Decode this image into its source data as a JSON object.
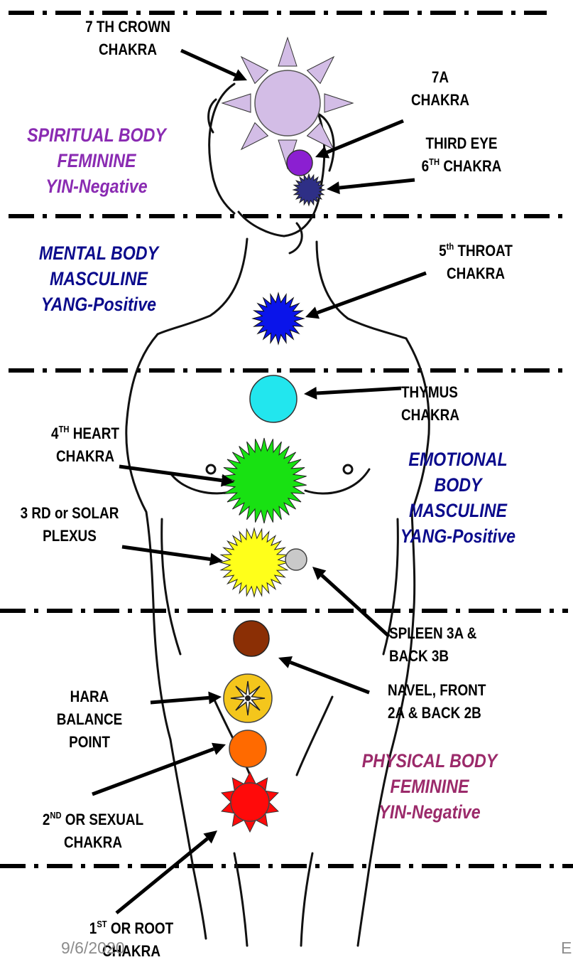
{
  "colors": {
    "spiritual": "#8a2bb2",
    "mental": "#0b0b8c",
    "emotional": "#0b0b8c",
    "physical": "#9b2a6a",
    "footer": "#8c8c8c",
    "crown": "#d3bde6",
    "seven_a": "#8b1fd1",
    "third_eye": "#2e2f86",
    "throat": "#0a14ea",
    "thymus": "#22e6ee",
    "heart": "#18e112",
    "solar": "#ffff1a",
    "spleen": "#c9c9c9",
    "navel": "#8b2f05",
    "hara": "#f4c61c",
    "sexual": "#ff6a00",
    "root": "#ff0a0a"
  },
  "labels": {
    "crown_1": "7 TH CROWN",
    "crown_2": "CHAKRA",
    "seven_a_1": "7A",
    "seven_a_2": "CHAKRA",
    "third_eye_1": "THIRD EYE",
    "third_eye_2a": "6",
    "third_eye_2_sup": "TH",
    "third_eye_2b": " CHAKRA",
    "throat_1a": "5",
    "throat_1_sup": "th",
    "throat_1b": " THROAT",
    "throat_2": "CHAKRA",
    "thymus_1": "THYMUS",
    "thymus_2": "CHAKRA",
    "heart_1a": "4",
    "heart_1_sup": "TH",
    "heart_1b": " HEART",
    "heart_2": "CHAKRA",
    "solar_1": "3 RD or SOLAR",
    "solar_2": "PLEXUS",
    "spleen_1": "SPLEEN 3A  &",
    "spleen_2": "BACK 3B",
    "navel_1": "NAVEL, FRONT",
    "navel_2": "2A  & BACK 2B",
    "hara_1": "HARA",
    "hara_2": "BALANCE",
    "hara_3": "POINT",
    "sexual_1a": "2",
    "sexual_1_sup": "ND",
    "sexual_1b": " OR SEXUAL",
    "sexual_2": "CHAKRA",
    "root_1a": "1",
    "root_1_sup": "ST",
    "root_1b": " OR ROOT",
    "root_2": "CHAKRA"
  },
  "bodies": {
    "spiritual": [
      "SPIRITUAL BODY",
      "FEMININE",
      "YIN-Negative"
    ],
    "mental": [
      "MENTAL BODY",
      "MASCULINE",
      "YANG-Positive"
    ],
    "emotional": [
      "EMOTIONAL",
      "BODY",
      "MASCULINE",
      "YANG-Positive"
    ],
    "physical": [
      "PHYSICAL BODY",
      "FEMININE",
      "YIN-Negative"
    ]
  },
  "footer": {
    "date": "9/6/2020",
    "right_letter": "E"
  }
}
